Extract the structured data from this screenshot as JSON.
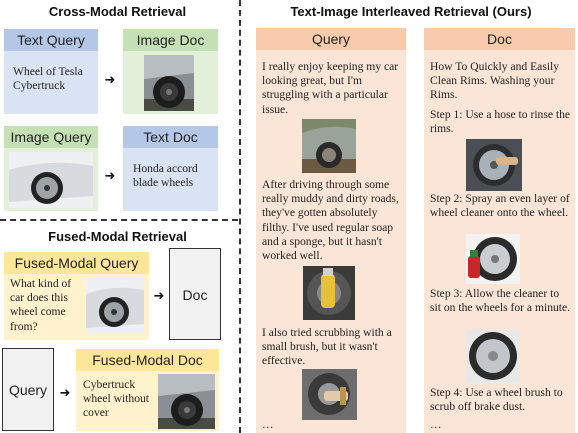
{
  "left": {
    "cross_title": "Cross-Modal Retrieval",
    "text_query": {
      "header": "Text Query",
      "text": "Wheel of Tesla Cybertruck"
    },
    "image_doc": {
      "header": "Image Doc"
    },
    "image_query": {
      "header": "Image Query"
    },
    "text_doc": {
      "header": "Text Doc",
      "text": "Honda accord blade wheels"
    },
    "fused_title": "Fused-Modal Retrieval",
    "fused_query": {
      "header": "Fused-Modal Query",
      "text": "What kind of car does this wheel come from?"
    },
    "doc_box": "Doc",
    "query_box": "Query",
    "fused_doc": {
      "header": "Fused-Modal Doc",
      "text": "Cybertruck wheel without cover"
    }
  },
  "right": {
    "title": "Text-Image Interleaved Retrieval (Ours)",
    "query": {
      "header": "Query",
      "p1": "I really enjoy keeping my car looking great, but I'm struggling with a particular issue.",
      "p2": "After driving through some really muddy and dirty roads, they've gotten absolutely filthy. I've used regular soap and a sponge, but it hasn't worked well.",
      "p3": "I also tried scrubbing with a small brush, but it wasn't effective.",
      "ellipsis": "…"
    },
    "doc": {
      "header": "Doc",
      "title": "How To Quickly and Easily Clean Rims. Washing your Rims.",
      "step1": "Step 1: Use a hose to rinse the rims.",
      "step2": "Step 2: Spray an even layer of wheel cleaner onto the wheel.",
      "step3": "Step 3: Allow the cleaner to sit on the wheels for a minute.",
      "step4": "Step 4: Use a wheel brush to scrub off brake dust.",
      "ellipsis": "…"
    }
  },
  "icons": {
    "arrow": "right-arrow-icon"
  },
  "colors": {
    "blue_header": "#b4c7e7",
    "blue_body": "#dae3f3",
    "green_header": "#c5e0b4",
    "green_body": "#e2f0d9",
    "yellow_header": "#ffe699",
    "yellow_body": "#fff2cc",
    "peach_header": "#f8cbad",
    "peach_body": "#fbe5d6"
  }
}
